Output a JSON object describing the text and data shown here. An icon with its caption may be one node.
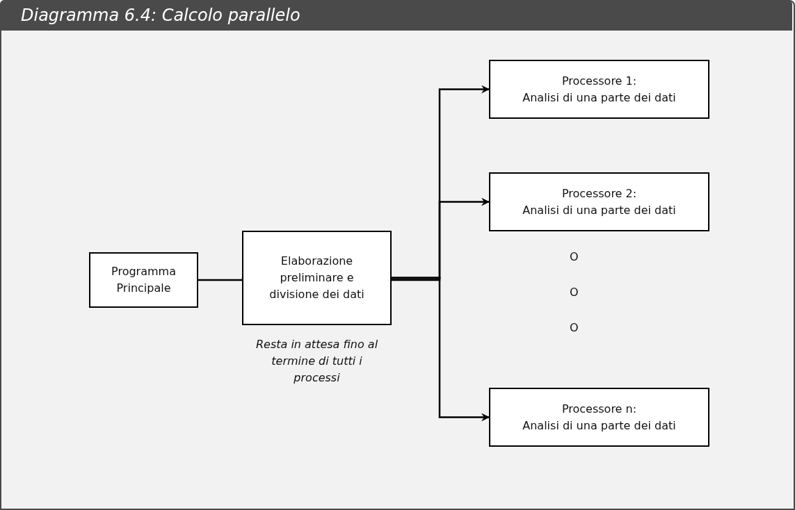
{
  "diagram": {
    "title": "Diagramma 6.4: Calcolo parallelo",
    "nodes": [
      {
        "text": [
          "Programma Principale"
        ]
      },
      {
        "text": [
          "Elaborazione preliminare e divisione dei dati"
        ],
        "beside": [
          "Resta in attesa fino al termine di tutti i processi"
        ]
      },
      {
        "text": [
          "Processore 1:",
          "Analisi di una parte dei dati"
        ]
      },
      {
        "text": [
          "Processore 2:",
          "Analisi di una parte dei dati"
        ]
      },
      {
        "text": [
          "Processore n:",
          "Analisi di una parte dei dati"
        ]
      }
    ],
    "edges": [
      {
        "from": 0,
        "to": 1,
        "arrow": "to"
      },
      {
        "from": 1,
        "to": 2,
        "arrow": "to"
      },
      {
        "from": 1,
        "to": 3,
        "arrow": "to"
      },
      {
        "from": 1,
        "to": 4,
        "arrow": "to"
      }
    ],
    "labels": [
      "O",
      "O",
      "O"
    ]
  }
}
